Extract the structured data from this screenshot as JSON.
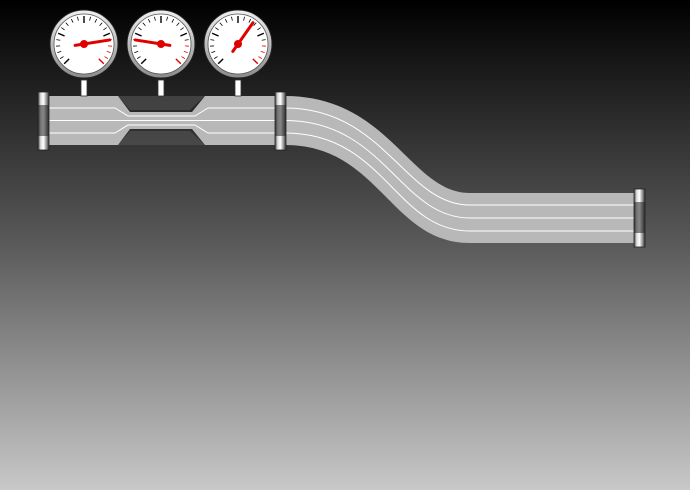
{
  "scene": {
    "title": "",
    "background_top": "#000000",
    "background_bottom": "#c8c8c8"
  },
  "pipe": {
    "color": "#b8b8b8",
    "streamline_color": "#ffffff",
    "throat_color": "#555555",
    "streamline_count": 3
  },
  "gauges": [
    {
      "name": "gauge-inlet",
      "reading": 0.8
    },
    {
      "name": "gauge-throat",
      "reading": 0.2
    },
    {
      "name": "gauge-outlet",
      "reading": 0.63
    }
  ],
  "gauge_style": {
    "face_color": "#ffffff",
    "needle_color": "#e00000",
    "tick_color": "#000000",
    "redline_color": "#e00000"
  }
}
